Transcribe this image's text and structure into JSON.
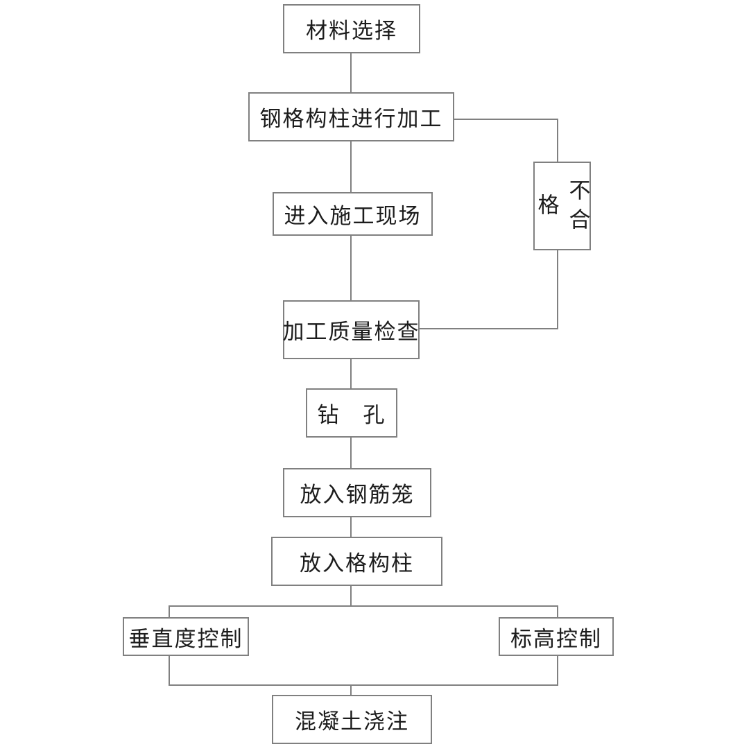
{
  "diagram": {
    "type": "flowchart",
    "background_color": "#ffffff",
    "line_color": "#808080",
    "text_color": "#1c1c1c",
    "nodes": {
      "material_selection": {
        "label": "材料选择"
      },
      "steel_column_processing": {
        "label": "钢格构柱进行加工"
      },
      "unqualified": {
        "label": "不合格",
        "orientation": "vertical"
      },
      "enter_site": {
        "label": "进入施工现场"
      },
      "quality_inspection": {
        "label": "加工质量检查"
      },
      "drilling": {
        "label": "钻　孔"
      },
      "place_rebar_cage": {
        "label": "放入钢筋笼"
      },
      "place_lattice_column": {
        "label": "放入格构柱"
      },
      "verticality_control": {
        "label": "垂直度控制"
      },
      "elevation_control": {
        "label": "标高控制"
      },
      "concrete_pouring": {
        "label": "混凝土浇注"
      }
    },
    "edges": [
      {
        "from": "材料选择",
        "to": "钢格构柱进行加工"
      },
      {
        "from": "钢格构柱进行加工",
        "to": "进入施工现场"
      },
      {
        "from": "钢格构柱进行加工",
        "to": "不合格"
      },
      {
        "from": "不合格",
        "to": "加工质量检查"
      },
      {
        "from": "进入施工现场",
        "to": "加工质量检查"
      },
      {
        "from": "加工质量检查",
        "to": "钻　孔"
      },
      {
        "from": "钻　孔",
        "to": "放入钢筋笼"
      },
      {
        "from": "放入钢筋笼",
        "to": "放入格构柱"
      },
      {
        "from": "放入格构柱",
        "to": "垂直度控制"
      },
      {
        "from": "放入格构柱",
        "to": "标高控制"
      },
      {
        "from": "垂直度控制",
        "to": "混凝土浇注"
      },
      {
        "from": "标高控制",
        "to": "混凝土浇注"
      }
    ]
  }
}
